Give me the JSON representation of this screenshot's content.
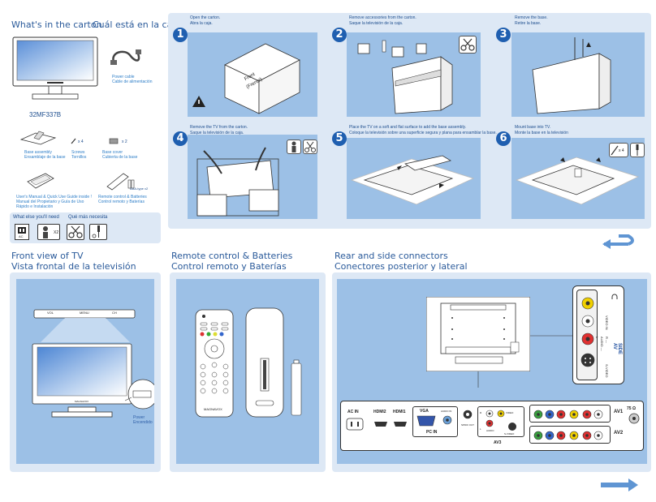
{
  "carton": {
    "title_en": "What's in the carton",
    "title_es": "Cuál está en la caja",
    "model": "32MF337B",
    "power_cable_en": "Power cable",
    "power_cable_es": "Cable de alimentación",
    "base_assembly_en": "Base assembly",
    "base_assembly_es": "Ensamblaje de la base",
    "screws_count": "x 4",
    "screws_en": "Screws",
    "screws_es": "Tornillos",
    "base_cover_count": "x 2",
    "base_cover_en": "Base cover",
    "base_cover_es": "Cubierta de la base",
    "manual_en": "User's Manual & Quick Use Guide inside !",
    "manual_es1": "Manual del Propietario y Guía de Uso",
    "manual_es2": "Rápido e Instalación",
    "remote_en": "Remote control & Batteries",
    "remote_es": "Control remoto y Baterías",
    "battery_label": "AAA-type x2",
    "need_en": "What else you'll need",
    "need_es": "Qué más necesita",
    "need_ac": "AC",
    "need_x2": "X2"
  },
  "steps": [
    {
      "num": "1",
      "en": "Open the carton.",
      "es": "Abra la caja.",
      "carton_label1": "Front",
      "carton_label2": "(Frente)"
    },
    {
      "num": "2",
      "en": "Remove accessories from the carton.",
      "es": "Saque la televisión de la caja."
    },
    {
      "num": "3",
      "en": "Remove the base.",
      "es": "Retire la base."
    },
    {
      "num": "4",
      "en": "Remove the TV from the carton.",
      "es": "Saque la televisión de la caja."
    },
    {
      "num": "5",
      "en": "Place the TV on a soft and flat surface to add the base assembly.",
      "es": "Coloque la televisión sobre una superficie segura y plana para ensamblar la base."
    },
    {
      "num": "6",
      "en": "Mount base into TV.",
      "es": "Monte la base en la televisión",
      "screw_count": "x 4"
    }
  ],
  "front": {
    "title_en": "Front view of TV",
    "title_es": "Vista frontal de la televisión",
    "bar_vol": "VOL",
    "bar_menu": "MENU",
    "bar_ch": "CH",
    "power_en": "Power",
    "power_es": "Encendido",
    "brand": "MAGNAVOX"
  },
  "remote": {
    "title_en": "Remote control & Batteries",
    "title_es": "Control remoto y Baterías",
    "brand": "MAGNAVOX"
  },
  "connectors": {
    "title_en": "Rear and side connectors",
    "title_es": "Conectores posterior y lateral",
    "side_av": "SIDE AV",
    "side_video_in": "VIDEO IN",
    "side_audio": "R — AUDIO — L",
    "side_svideo": "S-VIDEO",
    "ac_in": "AC IN",
    "hdmi2": "HDMI2",
    "hdmi1": "HDMI1",
    "vga": "VGA",
    "audio_in": "AUDIO IN",
    "pc_in": "PC IN",
    "spdif": "SPDIF OUT",
    "av3": "AV3",
    "video": "VIDEO",
    "audio": "AUDIO",
    "svideo": "S-VIDEO",
    "av1": "AV1",
    "av2": "AV2",
    "ant": "75 Ω",
    "r": "R",
    "l": "L"
  }
}
